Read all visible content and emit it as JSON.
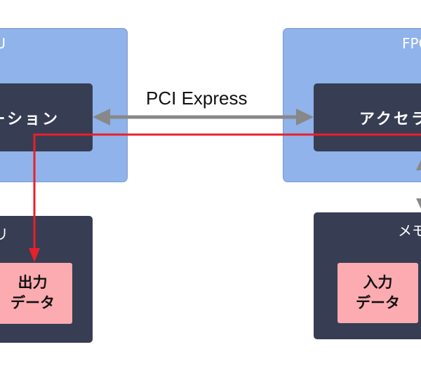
{
  "cpu": {
    "label": "CPU",
    "app_label": "アプリケーション"
  },
  "host_memory": {
    "label": "メモリ",
    "data_label_1": "出力",
    "data_label_2": "データ"
  },
  "fpga": {
    "label": "FPGA",
    "accel_label": "アクセラレータ"
  },
  "fpga_memory": {
    "label": "メモリ",
    "data_label_1": "入力",
    "data_label_2": "データ"
  },
  "link": {
    "label": "PCI Express"
  },
  "colors": {
    "host_box": "#8fb3ea",
    "inner_box": "#373d53",
    "data_box": "#fcabb0",
    "bus_arrow": "#888888",
    "data_flow": "#e8202a"
  }
}
